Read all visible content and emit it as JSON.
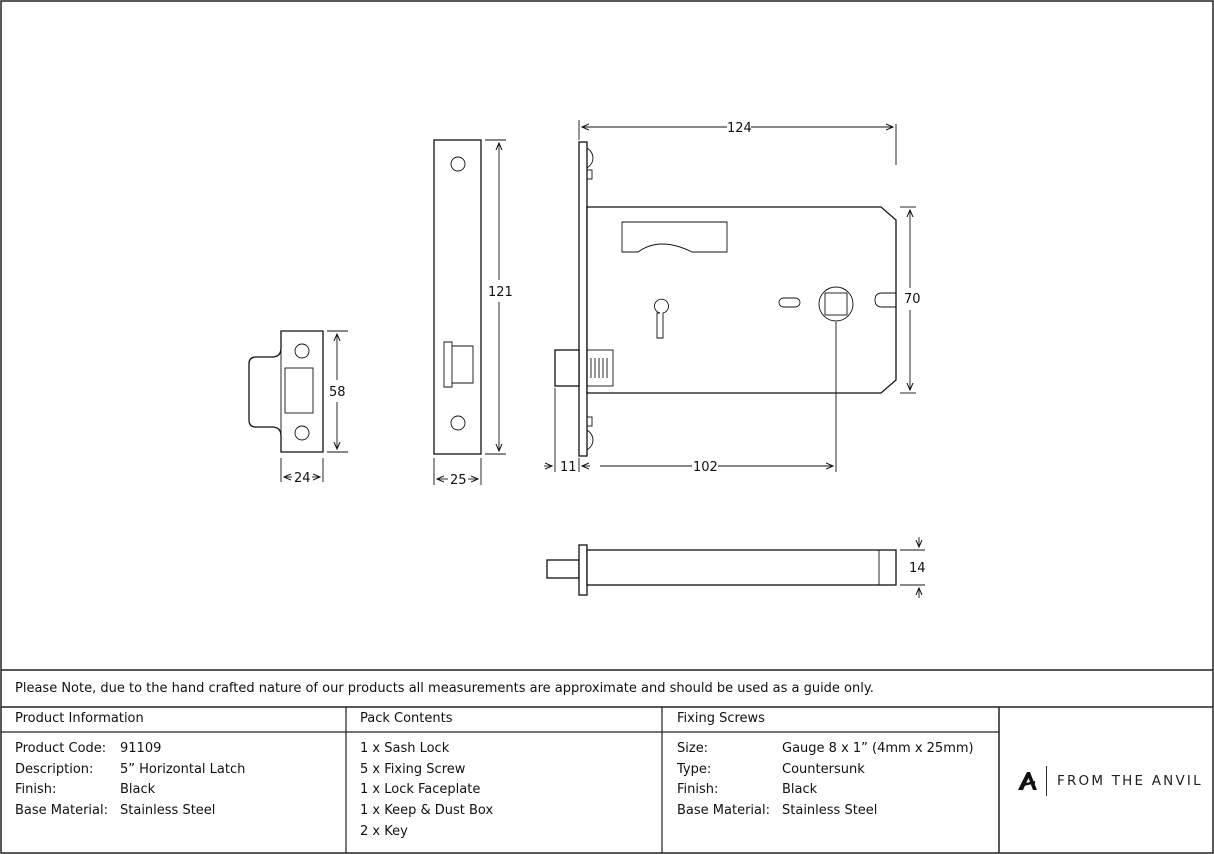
{
  "dimensions": {
    "keep_width": "24",
    "keep_height": "58",
    "faceplate_width": "25",
    "faceplate_height": "121",
    "lock_length": "124",
    "lock_height": "70",
    "backset_offset": "11",
    "backset": "102",
    "body_thickness": "14"
  },
  "note": "Please Note, due to the hand crafted nature of our products all measurements are approximate and should be used as a guide only.",
  "product_information": {
    "heading": "Product Information",
    "rows": [
      {
        "label": "Product Code:",
        "value": "91109"
      },
      {
        "label": "Description:",
        "value": "5” Horizontal Latch"
      },
      {
        "label": "Finish:",
        "value": "Black"
      },
      {
        "label": "Base Material:",
        "value": "Stainless Steel"
      }
    ]
  },
  "pack_contents": {
    "heading": "Pack Contents",
    "items": [
      "1 x Sash Lock",
      "5 x Fixing Screw",
      "1 x Lock Faceplate",
      "1 x Keep & Dust Box",
      "2 x Key"
    ]
  },
  "fixing_screws": {
    "heading": "Fixing Screws",
    "rows": [
      {
        "label": "Size:",
        "value": "Gauge 8 x 1” (4mm x 25mm)"
      },
      {
        "label": "Type:",
        "value": "Countersunk"
      },
      {
        "label": "Finish:",
        "value": "Black"
      },
      {
        "label": "Base Material:",
        "value": "Stainless Steel"
      }
    ]
  },
  "brand": {
    "name": "FROM THE ANVIL",
    "logo_icon": "anvil-a-icon"
  }
}
